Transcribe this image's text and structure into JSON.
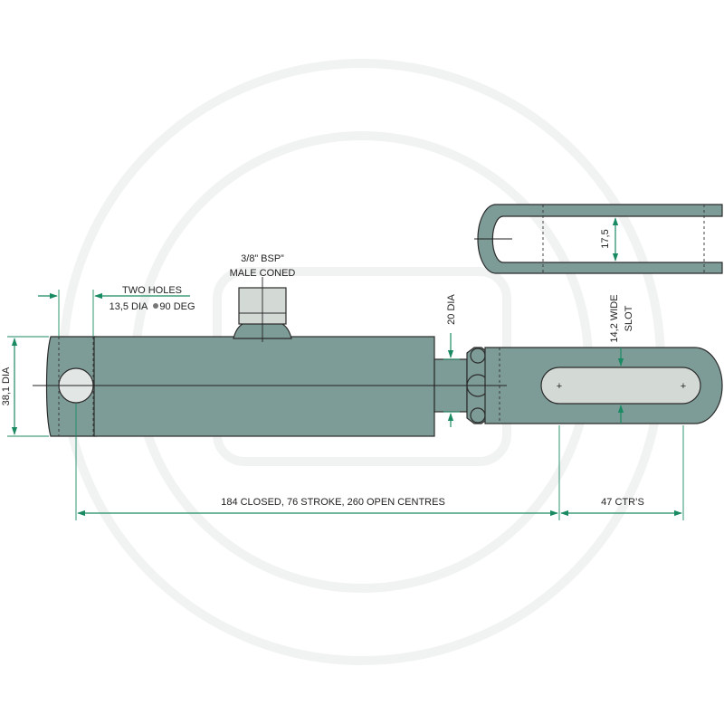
{
  "colors": {
    "part": "#7e9c97",
    "light_part": "#d3d9d5",
    "dimension": "#1a8a62",
    "outline": "#2b2b2b"
  },
  "labels": {
    "holes_line1": "TWO HOLES",
    "holes_line2a": "13,5 DIA",
    "holes_line2b": "90 DEG",
    "port_line1": "3/8” BSP”",
    "port_line2": "MALE CONED",
    "rod_dia": "20 DIA",
    "bore_dia": "38,1 DIA",
    "slot_line1": "14,2 WIDE",
    "slot_line2": "SLOT",
    "fork_gap": "17,5",
    "overall": "184 CLOSED, 76 STROKE, 260 OPEN CENTRES",
    "slot_centres": "47 CTR’S"
  }
}
